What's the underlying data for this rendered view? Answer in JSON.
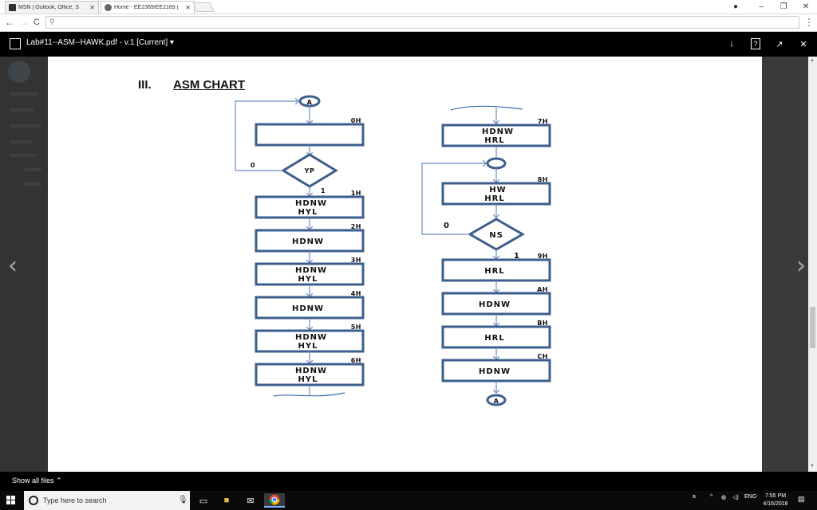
{
  "browser": {
    "tabs": [
      {
        "title": "MSN | Outlook, Office, S",
        "active": false,
        "favicon_color": "#333333"
      },
      {
        "title": "Home - EE2369/EE2169 (",
        "active": true,
        "favicon_color": "#555555"
      }
    ],
    "controls": {
      "minimize": "–",
      "maximize": "❐",
      "close": "✕",
      "profile": "●"
    },
    "nav": {
      "back": "←",
      "forward": "→",
      "reload": "C",
      "search_icon": "⚲",
      "menu": "⋮"
    }
  },
  "pdf_viewer": {
    "title": "Lab#11--ASM--HAWK.pdf",
    "version": "v.1 [Current]",
    "tools": {
      "download": "↓",
      "info": "?",
      "open": "↗",
      "close": "✕"
    },
    "prev_arrow": "‹",
    "next_arrow": "›"
  },
  "document": {
    "section_number": "III.",
    "section_title": "ASM CHART",
    "left_chain": {
      "connector_top": "A",
      "states": [
        {
          "code": "0H",
          "lines": [
            "",
            ""
          ]
        },
        {
          "code": "1H",
          "lines": [
            "HDNW",
            "HYL"
          ]
        },
        {
          "code": "2H",
          "lines": [
            "HDNW",
            ""
          ]
        },
        {
          "code": "3H",
          "lines": [
            "HDNW",
            "HYL"
          ]
        },
        {
          "code": "4H",
          "lines": [
            "HDNW",
            ""
          ]
        },
        {
          "code": "5H",
          "lines": [
            "HDNW",
            "HYL"
          ]
        },
        {
          "code": "6H",
          "lines": [
            "HDNW",
            "HYL"
          ]
        }
      ],
      "decision": {
        "label": "YP",
        "false_label": "0",
        "true_label": "1"
      }
    },
    "right_chain": {
      "connector_bottom": "A",
      "states": [
        {
          "code": "7H",
          "lines": [
            "HDNW",
            "HRL"
          ]
        },
        {
          "code": "8H",
          "lines": [
            "HW",
            "HRL"
          ]
        },
        {
          "code": "9H",
          "lines": [
            "HRL",
            ""
          ]
        },
        {
          "code": "AH",
          "lines": [
            "HDNW",
            ""
          ]
        },
        {
          "code": "BH",
          "lines": [
            "HRL",
            ""
          ]
        },
        {
          "code": "CH",
          "lines": [
            "HDNW",
            ""
          ]
        }
      ],
      "decision": {
        "label": "NS",
        "false_label": "0",
        "true_label": "1"
      }
    }
  },
  "downloads": {
    "show_all": "Show all files ⌃"
  },
  "taskbar": {
    "search_placeholder": "Type here to search",
    "language": "ENG",
    "time": "7:55 PM",
    "date": "4/16/2018"
  }
}
